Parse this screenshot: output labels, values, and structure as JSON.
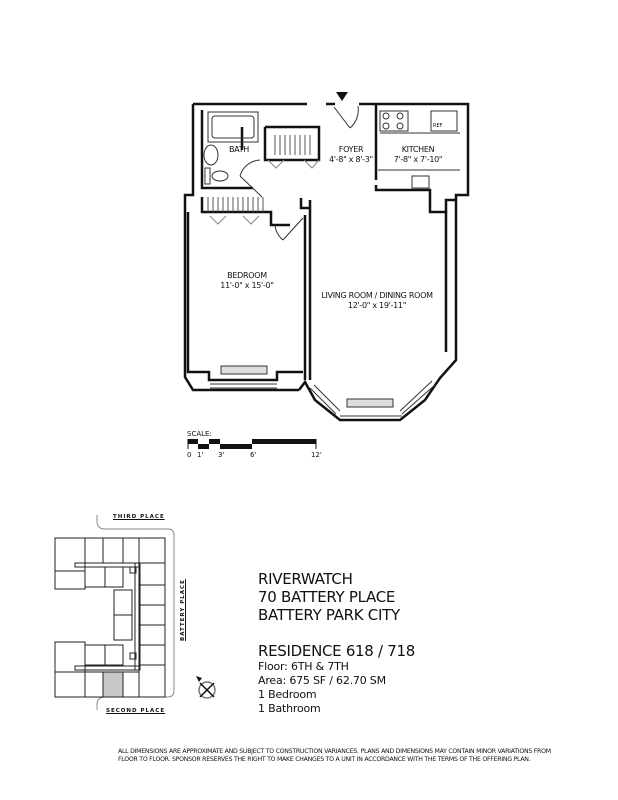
{
  "floorplan": {
    "rooms": [
      {
        "id": "bath",
        "name": "BATH",
        "dims": ""
      },
      {
        "id": "foyer",
        "name": "FOYER",
        "dims": "4'-8\" x 8'-3\""
      },
      {
        "id": "kitchen",
        "name": "KITCHEN",
        "dims": "7'-8\" x 7'-10\""
      },
      {
        "id": "bedroom",
        "name": "BEDROOM",
        "dims": "11'-0\" x 15'-0\""
      },
      {
        "id": "living",
        "name": "LIVING ROOM / DINING ROOM",
        "dims": "12'-0\" x 19'-11\""
      }
    ],
    "appliance_ref": "REF",
    "entry_marker": "entry-arrow"
  },
  "scale": {
    "title": "SCALE:",
    "ticks": [
      "0",
      "1'",
      "3'",
      "6'",
      "12'"
    ]
  },
  "keyplan": {
    "streets": {
      "top": "THIRD PLACE",
      "right": "BATTERY PLACE",
      "bottom": "SECOND PLACE"
    },
    "compass": "north-compass"
  },
  "info": {
    "building": "RIVERWATCH",
    "address": "70 BATTERY PLACE",
    "neighborhood": "BATTERY PARK CITY",
    "residence": "RESIDENCE 618 / 718",
    "floor": "Floor:  6TH & 7TH",
    "area": "Area: 675 SF / 62.70 SM",
    "bedrooms": "1 Bedroom",
    "bathrooms": "1 Bathroom"
  },
  "disclaimer": {
    "line1": "ALL DIMENSIONS ARE APPROXIMATE AND SUBJECT TO CONSTRUCTION VARIANCES.  PLANS AND DIMENSIONS MAY CONTAIN MINOR VARIATIONS FROM",
    "line2": "FLOOR TO FLOOR.  SPONSOR RESERVES THE RIGHT TO MAKE CHANGES TO A UNIT IN ACCORDANCE  WITH THE TERMS OF THE OFFERING PLAN."
  }
}
